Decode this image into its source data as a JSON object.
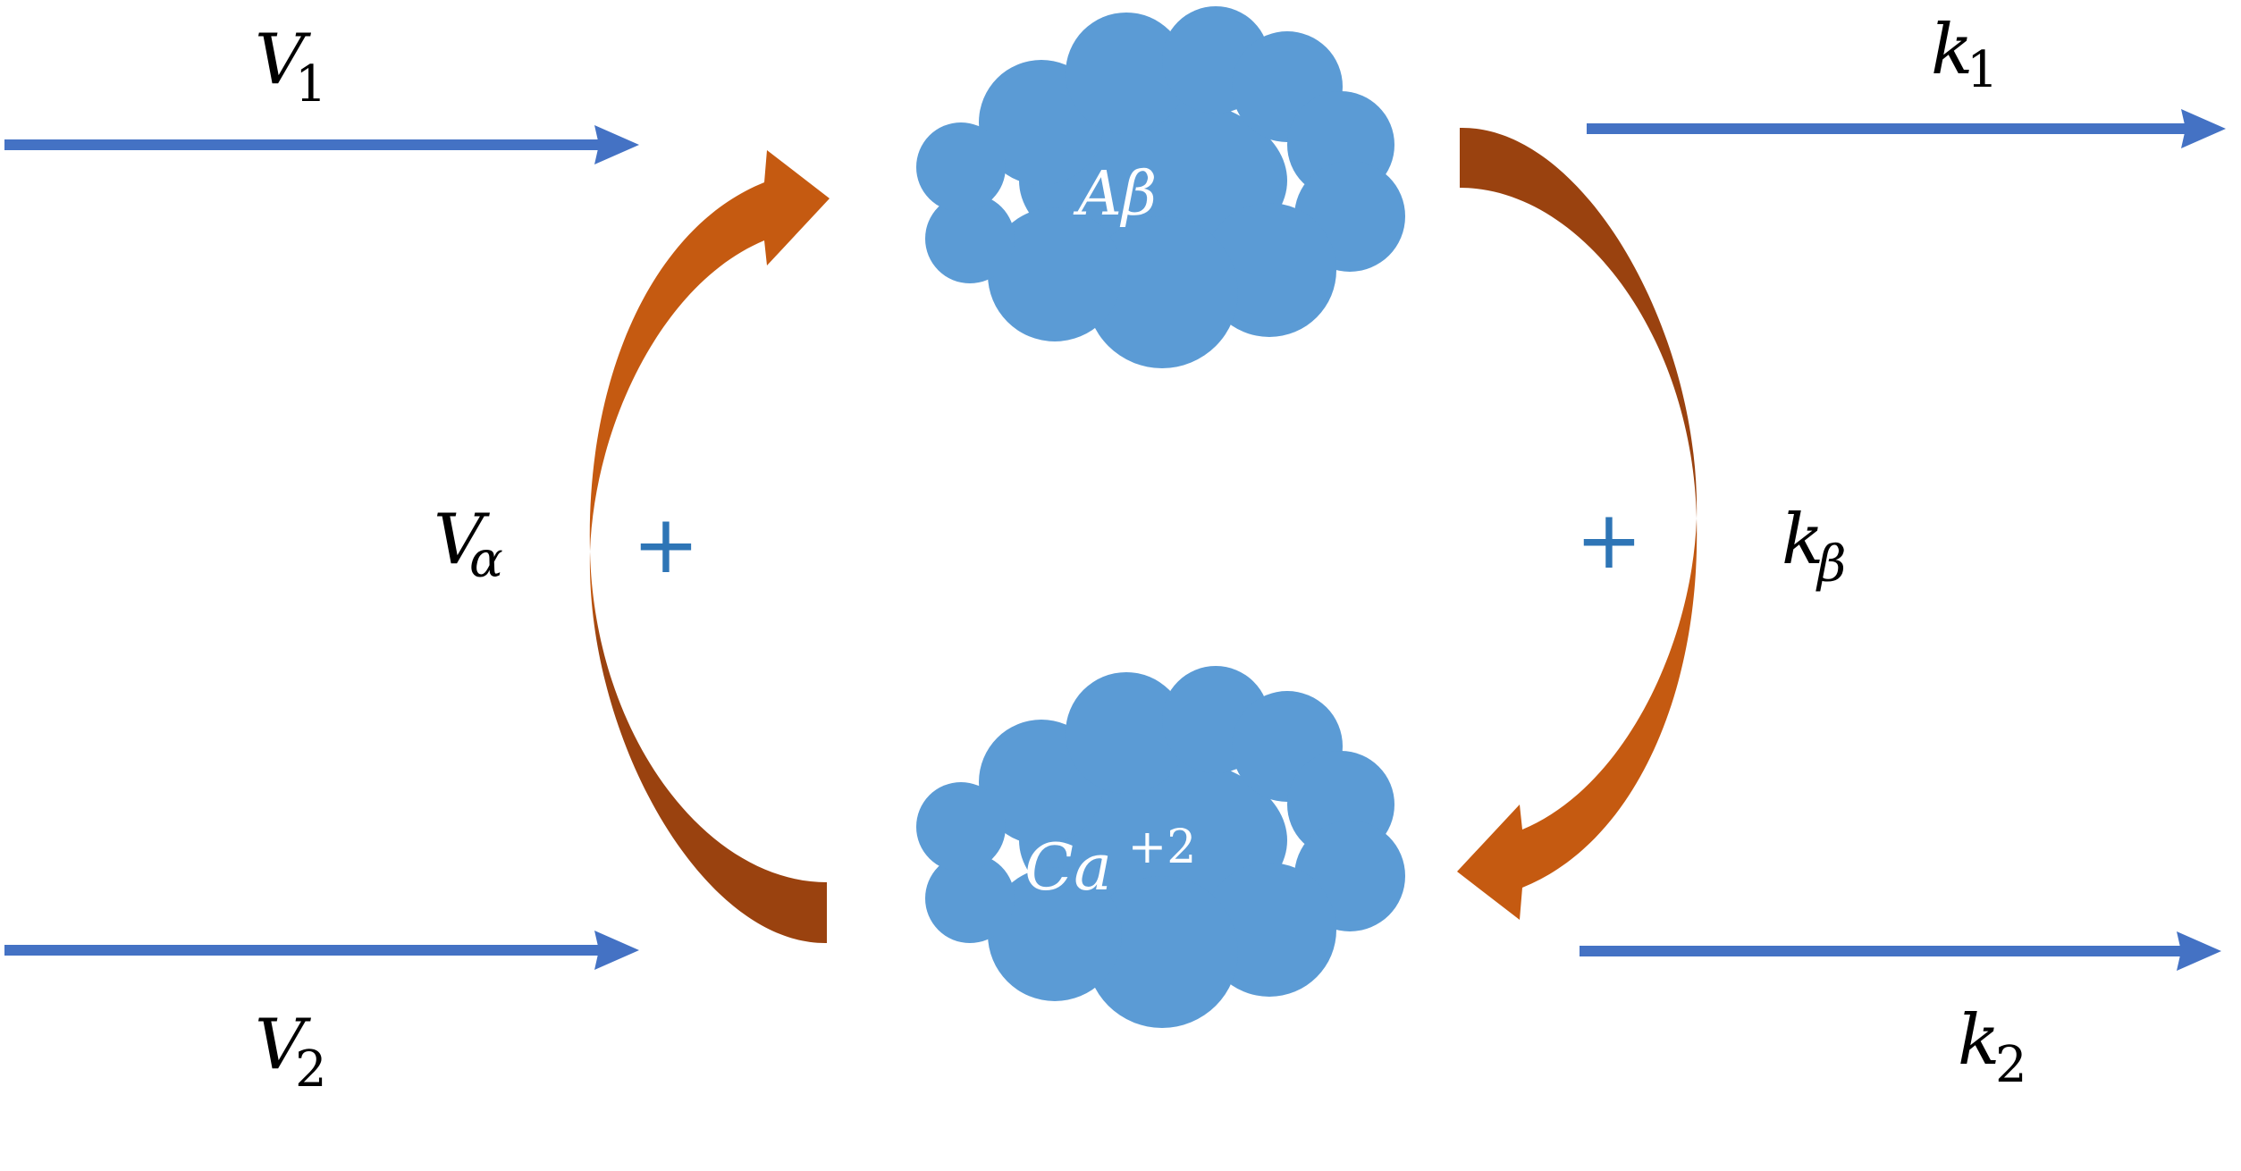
{
  "colors": {
    "flow_arrow": "#4472C4",
    "cloud_fill": "#5B9BD5",
    "loop_arrow_light": "#C55A11",
    "loop_arrow_dark": "#9A420F",
    "plus_sign": "#2E75B6",
    "text": "#000000",
    "cloud_text": "#ffffff"
  },
  "nodes": {
    "abeta": {
      "base": "Aβ"
    },
    "calcium": {
      "base": "Ca",
      "sup": "+2"
    }
  },
  "labels": {
    "v1": {
      "base": "V",
      "sub": "1"
    },
    "v2": {
      "base": "V",
      "sub": "2"
    },
    "k1": {
      "base": "k",
      "sub": "1"
    },
    "k2": {
      "base": "k",
      "sub": "2"
    },
    "valpha": {
      "base": "V",
      "sub": "α"
    },
    "kbeta": {
      "base": "k",
      "sub": "β"
    }
  },
  "signs": {
    "left": "+",
    "right": "+"
  }
}
